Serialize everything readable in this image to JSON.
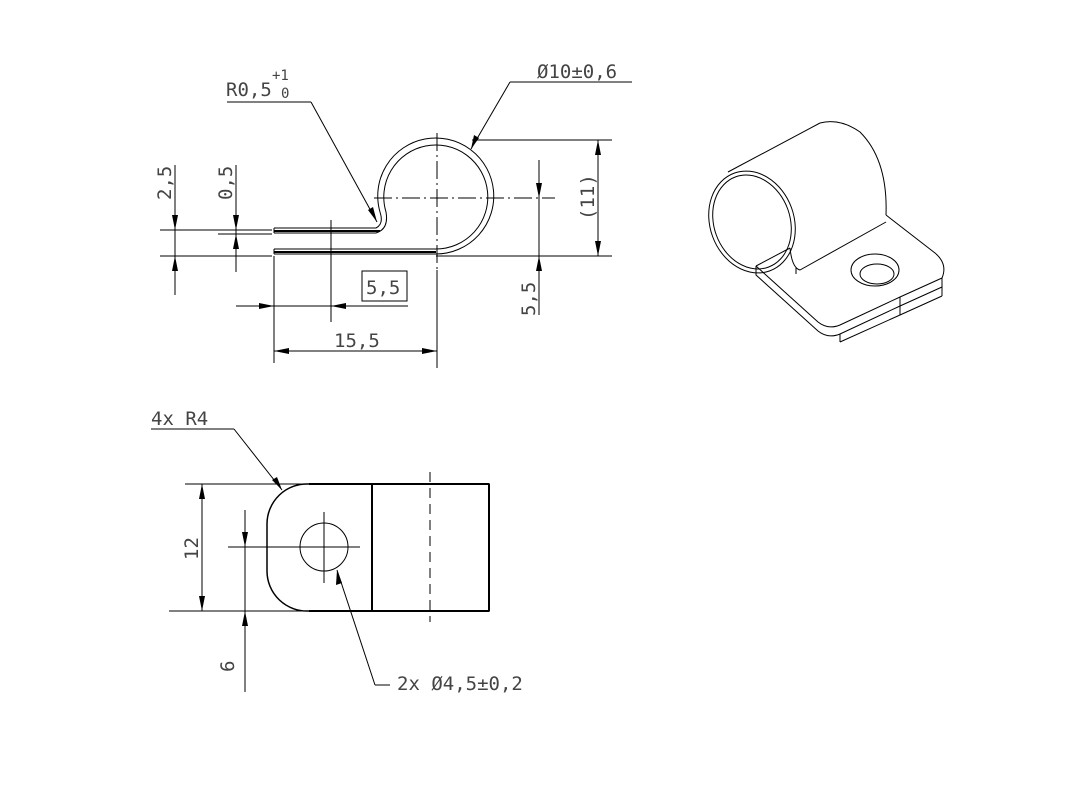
{
  "drawing": {
    "subject": "Cable clamp (P-clip) technical drawing",
    "background": "#ffffff",
    "line_color": "#000000",
    "text_color": "#444444"
  },
  "side_view": {
    "radius_callout": {
      "base": "R0,5",
      "upper_tol": "+1",
      "lower_tol": "0"
    },
    "diameter_callout": "Ø10±0,6",
    "dim_2_5": "2,5",
    "dim_0_5": "0,5",
    "dim_11": "(11)",
    "dim_5_5_vertical": "5,5",
    "dim_5_5_basic": "5,5",
    "dim_15_5": "15,5"
  },
  "top_view": {
    "corner_callout": "4x  R4",
    "dim_12": "12",
    "dim_6": "6",
    "hole_callout": "2x  Ø4,5±0,2"
  },
  "iso_view": {
    "label": "isometric-view"
  }
}
